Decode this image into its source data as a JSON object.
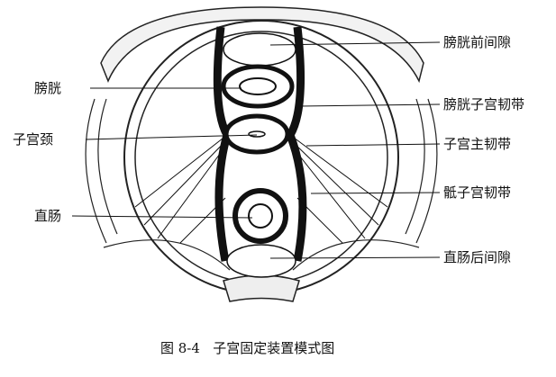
{
  "labels": {
    "prevesical_space": "膀胱前间隙",
    "bladder": "膀胱",
    "vesicouterine_ligament": "膀胱子宫韧带",
    "cervix": "子宫颈",
    "cardinal_ligament": "子宫主韧带",
    "uterosacral_ligament": "骶子宫韧带",
    "rectum": "直肠",
    "retrorectal_space": "直肠后间隙"
  },
  "caption": "图 8-4   子宫固定装置模式图"
}
